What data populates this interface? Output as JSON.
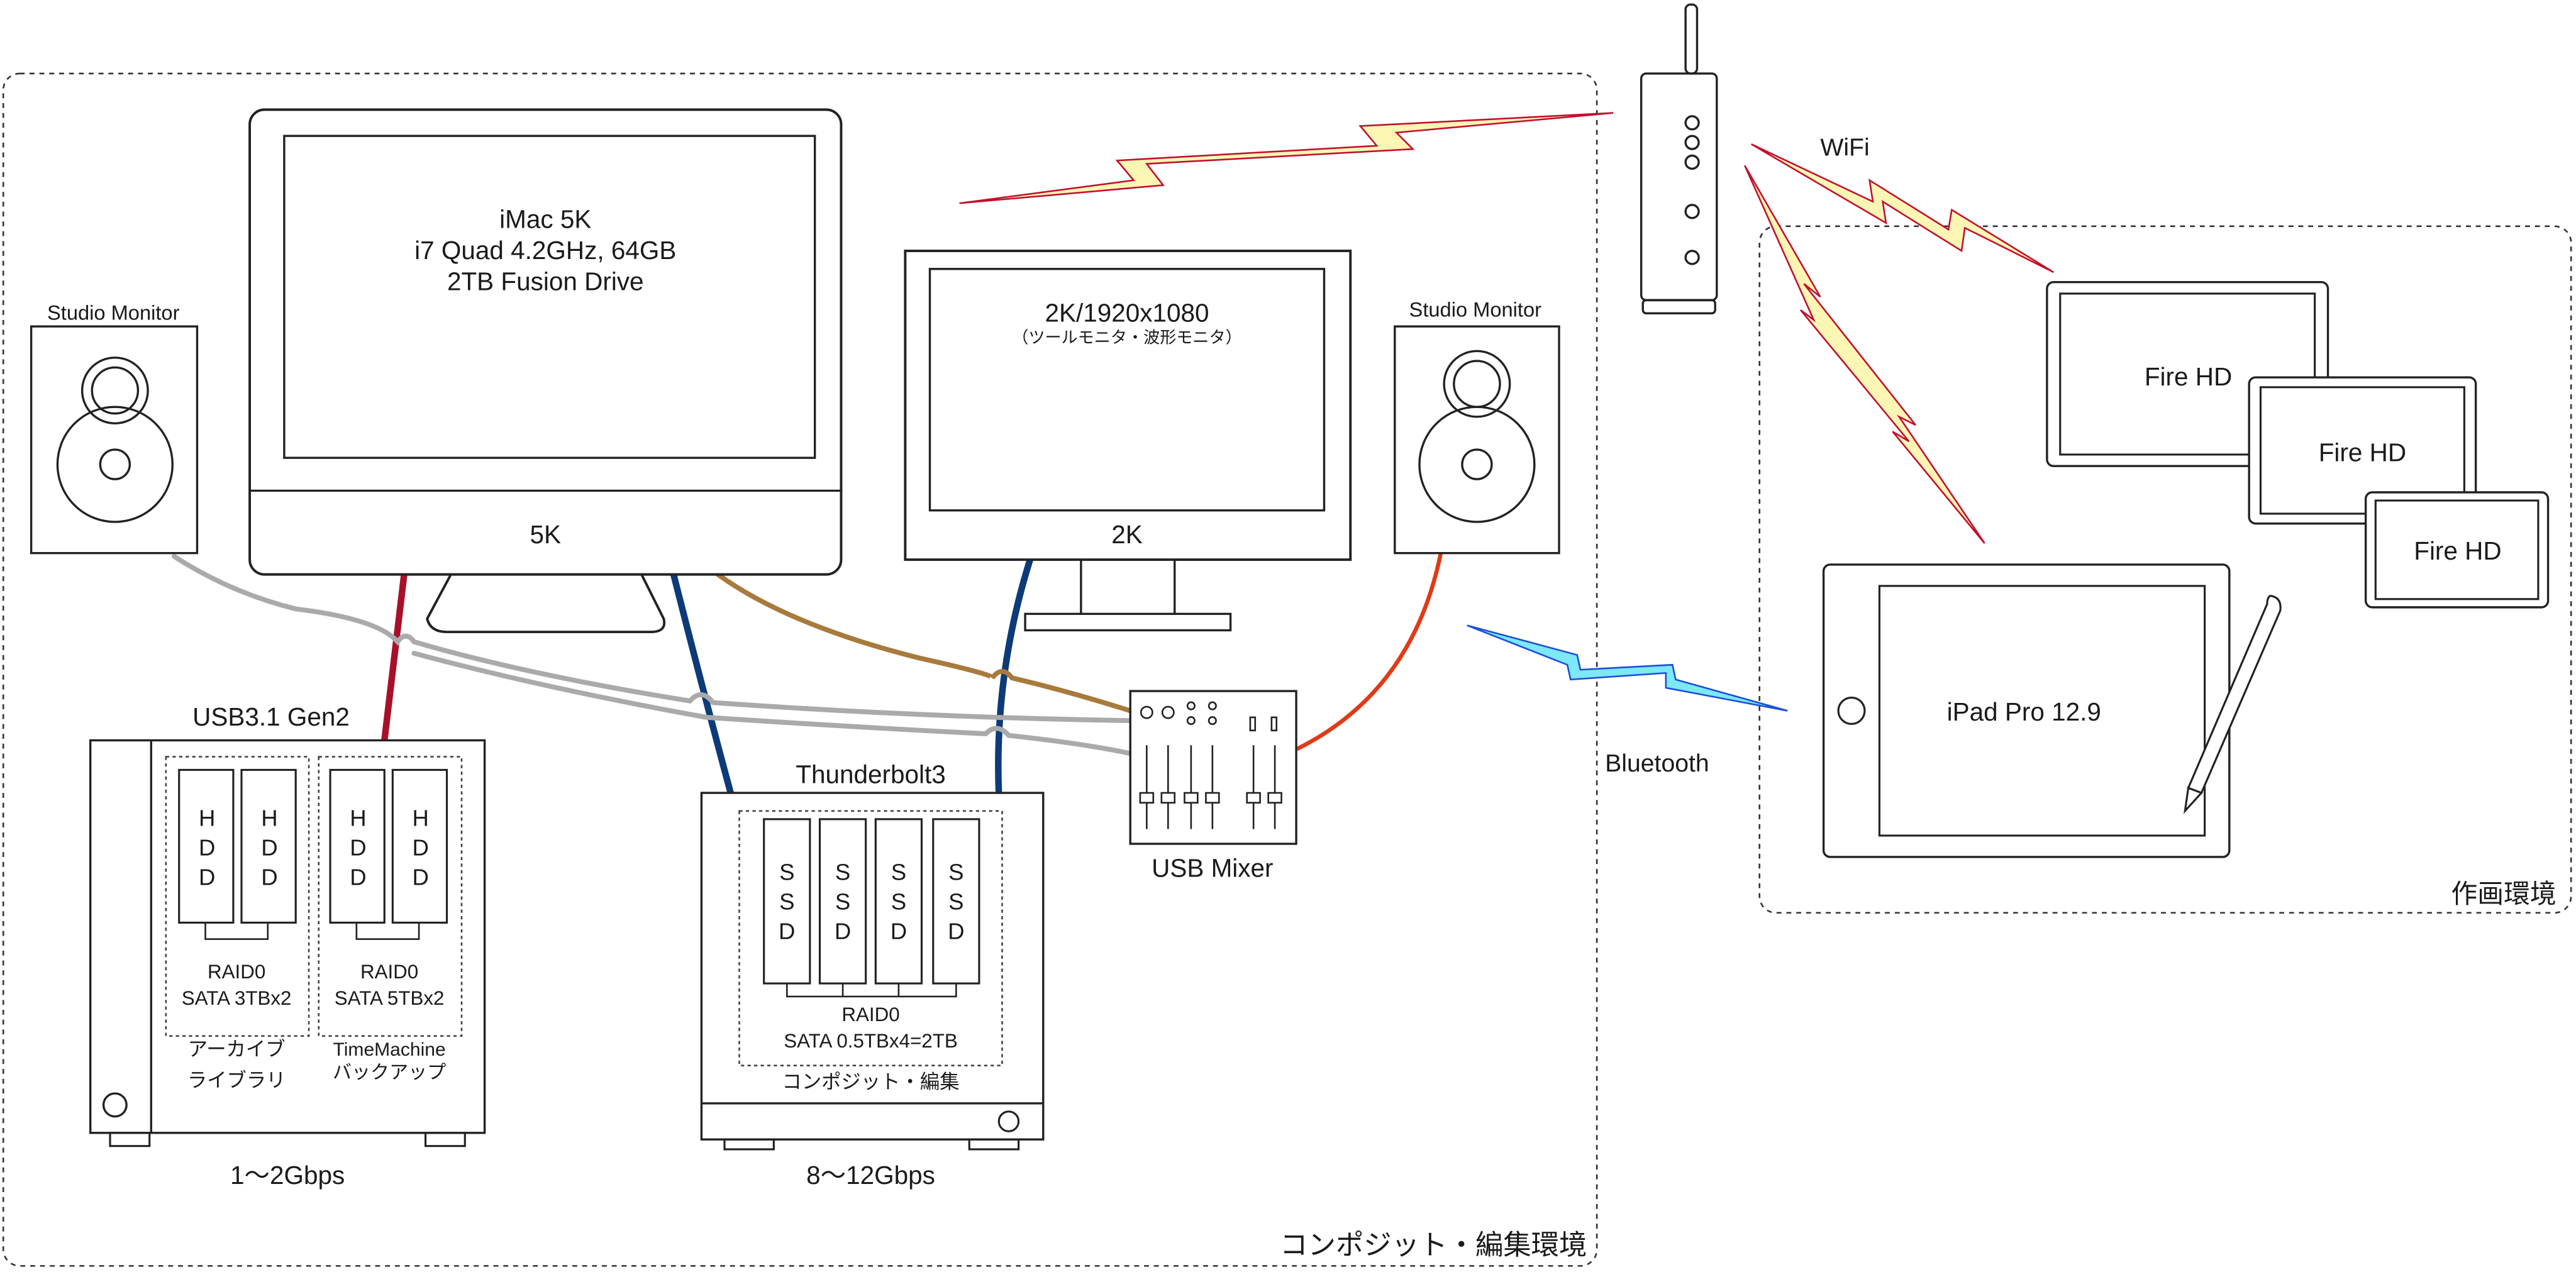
{
  "environments": {
    "composite_label": "コンポジット・編集環境",
    "drawing_label": "作画環境"
  },
  "imac": {
    "line1": "iMac 5K",
    "line2": "i7 Quad 4.2GHz, 64GB",
    "line3": "2TB Fusion Drive",
    "badge": "5K"
  },
  "monitor2k": {
    "title": "2K/1920x1080",
    "subtitle": "（ツールモニタ・波形モニタ）",
    "badge": "2K"
  },
  "studio_monitor_left": {
    "label": "Studio Monitor"
  },
  "studio_monitor_right": {
    "label": "Studio Monitor"
  },
  "usb_box": {
    "header": "USB3.1 Gen2",
    "hdd_letters": [
      "H",
      "D",
      "D"
    ],
    "group1_line1": "RAID0",
    "group1_line2": "SATA 3TBx2",
    "group1_caption1": "アーカイブ",
    "group1_caption2": "ライブラリ",
    "group2_line1": "RAID0",
    "group2_line2": "SATA 5TBx2",
    "group2_caption1": "TimeMachine",
    "group2_caption2": "バックアップ",
    "speed": "1〜2Gbps"
  },
  "tb_box": {
    "header": "Thunderbolt3",
    "ssd_letters": [
      "S",
      "S",
      "D"
    ],
    "raid_line1": "RAID0",
    "raid_line2": "SATA 0.5TBx4=2TB",
    "caption": "コンポジット・編集",
    "speed": "8〜12Gbps"
  },
  "mixer": {
    "label": "USB Mixer"
  },
  "wireless": {
    "wifi_label": "WiFi",
    "bluetooth_label": "Bluetooth"
  },
  "tablets": {
    "fire1": "Fire HD",
    "fire2": "Fire HD",
    "fire3": "Fire HD",
    "ipad": "iPad Pro 12.9"
  },
  "colors": {
    "usb_cable": "#a8102a",
    "thunderbolt_cable": "#0d3a78",
    "audio_cable": "#aaaaaa",
    "brown_cable": "#a87a3c",
    "orange_cable": "#e03a16",
    "wifi_bolt_fill": "#fbf6b4",
    "wifi_bolt_stroke": "#c2102e",
    "bluetooth_bolt_fill": "#7ce8f8",
    "bluetooth_bolt_stroke": "#1b4fd6",
    "wifi_label": "#b01030",
    "bluetooth_label": "#1b3fc8"
  }
}
